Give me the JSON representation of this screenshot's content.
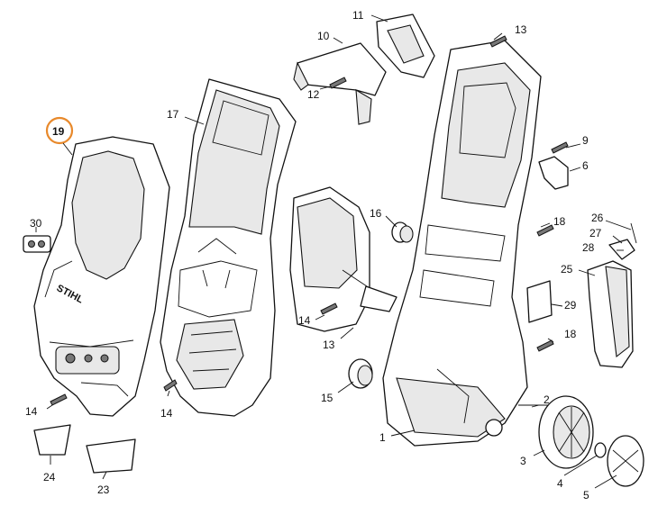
{
  "diagram": {
    "highlighted_part": "19",
    "highlight_color": "#e8892b",
    "brand_text": "STIHL",
    "part_labels": {
      "p1": "1",
      "p2": "2",
      "p3": "3",
      "p4": "4",
      "p5": "5",
      "p6": "6",
      "p9": "9",
      "p10": "10",
      "p11": "11",
      "p12": "12",
      "p13a": "13",
      "p13b": "13",
      "p14a": "14",
      "p14b": "14",
      "p14c": "14",
      "p15": "15",
      "p16": "16",
      "p17": "17",
      "p18a": "18",
      "p18b": "18",
      "p19": "19",
      "p23": "23",
      "p24": "24",
      "p25": "25",
      "p26": "26",
      "p27": "27",
      "p28": "28",
      "p29": "29",
      "p30": "30"
    }
  }
}
